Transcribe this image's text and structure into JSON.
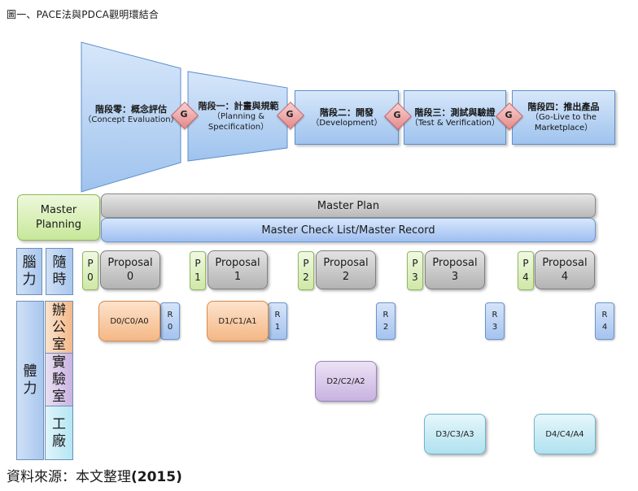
{
  "figure_title": "圖一、PACE法與PDCA觀明環結合",
  "source": {
    "label": "資料來源：本文整理",
    "year": "(2015)"
  },
  "stages": [
    {
      "name": "階段零：概念評估",
      "en": "（Concept Evaluation）"
    },
    {
      "name": "階段一：計畫與規範",
      "en": "（Planning & Specification）"
    },
    {
      "name": "階段二：開發",
      "en": "（Development）"
    },
    {
      "name": "階段三：測試與驗證",
      "en": "（Test & Verification）"
    },
    {
      "name": "階段四：推出產品",
      "en": "（Go-Live to the Marketplace）"
    }
  ],
  "gate_label": "G",
  "master_planning": "Master Planning",
  "master_plan": "Master Plan",
  "master_check": "Master Check List/Master Record",
  "side": {
    "brain": "腦力",
    "anytime": "隨時",
    "body": "體力",
    "office": "辦公室",
    "lab": "實驗室",
    "factory": "工廠"
  },
  "p_boxes": [
    [
      "P",
      "0"
    ],
    [
      "P",
      "1"
    ],
    [
      "P",
      "2"
    ],
    [
      "P",
      "3"
    ],
    [
      "P",
      "4"
    ]
  ],
  "proposals": [
    [
      "Proposal",
      "0"
    ],
    [
      "Proposal",
      "1"
    ],
    [
      "Proposal",
      "2"
    ],
    [
      "Proposal",
      "3"
    ],
    [
      "Proposal",
      "4"
    ]
  ],
  "r_boxes": [
    [
      "R",
      "0"
    ],
    [
      "R",
      "1"
    ],
    [
      "R",
      "2"
    ],
    [
      "R",
      "3"
    ],
    [
      "R",
      "4"
    ]
  ],
  "d_boxes": [
    "D0/C0/A0",
    "D1/C1/A1",
    "D2/C2/A2",
    "D3/C3/A3",
    "D4/C4/A4"
  ],
  "colors": {
    "blue": "#9ebff0",
    "gray": "#b9b9b9",
    "green": "#c7e89a",
    "orange": "#f4b785",
    "purple": "#c8b3e0",
    "cyan": "#b0e1ef",
    "gate": "#e48a8a"
  }
}
